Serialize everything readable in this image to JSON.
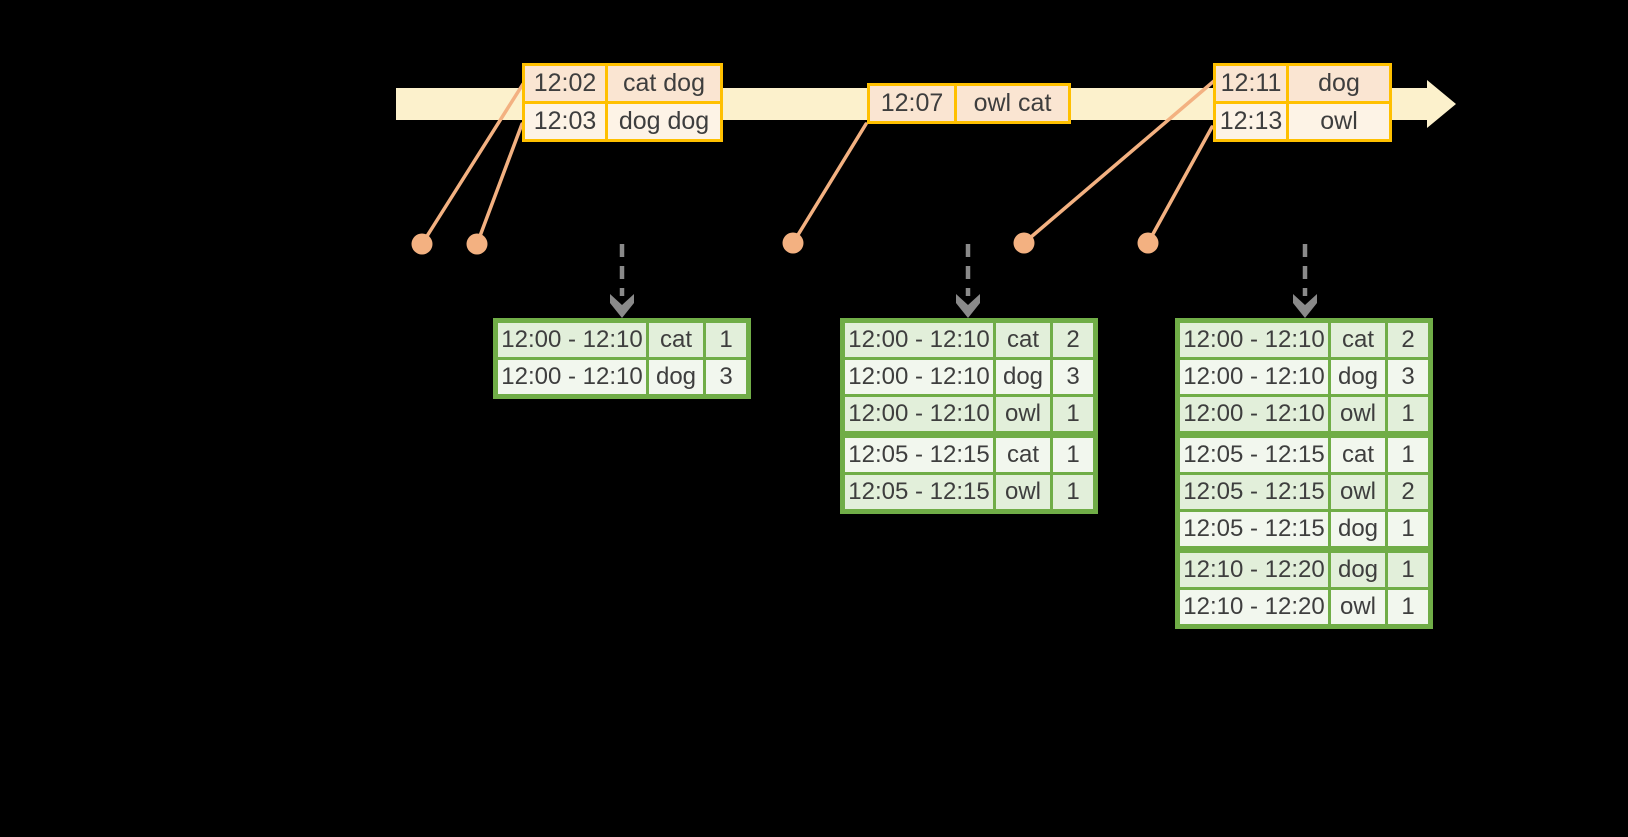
{
  "diagram": {
    "background": "#000000",
    "colors": {
      "timeline_fill": "#FCF1CC",
      "event_table_border": "#FFC000",
      "event_row_peach": "#FAE5D2",
      "event_row_cream": "#FDF3E6",
      "connector_orange": "#F3B181",
      "trigger_arrow_gray": "#8A8A8A",
      "result_table_border": "#70AD47",
      "result_row_green": "#E2EFDA",
      "result_row_light": "#F2F7EE",
      "text": "#3E3E3E"
    },
    "icons": [
      "timeline-arrow-icon",
      "event-dot-icon",
      "trigger-down-arrow-icon"
    ]
  },
  "event_tables": [
    {
      "rows": [
        {
          "time": "12:02",
          "words": "cat dog"
        },
        {
          "time": "12:03",
          "words": "dog dog"
        }
      ]
    },
    {
      "rows": [
        {
          "time": "12:07",
          "words": "owl cat"
        }
      ]
    },
    {
      "rows": [
        {
          "time": "12:11",
          "words": "dog"
        },
        {
          "time": "12:13",
          "words": "owl"
        }
      ]
    }
  ],
  "result_tables": [
    {
      "rows": [
        {
          "window": "12:00 - 12:10",
          "word": "cat",
          "count": "1"
        },
        {
          "window": "12:00 - 12:10",
          "word": "dog",
          "count": "3"
        }
      ]
    },
    {
      "rows": [
        {
          "window": "12:00 - 12:10",
          "word": "cat",
          "count": "2"
        },
        {
          "window": "12:00 - 12:10",
          "word": "dog",
          "count": "3"
        },
        {
          "window": "12:00 - 12:10",
          "word": "owl",
          "count": "1"
        },
        {
          "window": "12:05 - 12:15",
          "word": "cat",
          "count": "1"
        },
        {
          "window": "12:05 - 12:15",
          "word": "owl",
          "count": "1"
        }
      ]
    },
    {
      "rows": [
        {
          "window": "12:00 - 12:10",
          "word": "cat",
          "count": "2"
        },
        {
          "window": "12:00 - 12:10",
          "word": "dog",
          "count": "3"
        },
        {
          "window": "12:00 - 12:10",
          "word": "owl",
          "count": "1"
        },
        {
          "window": "12:05 - 12:15",
          "word": "cat",
          "count": "1"
        },
        {
          "window": "12:05 - 12:15",
          "word": "owl",
          "count": "2"
        },
        {
          "window": "12:05 - 12:15",
          "word": "dog",
          "count": "1"
        },
        {
          "window": "12:10 - 12:20",
          "word": "dog",
          "count": "1"
        },
        {
          "window": "12:10 - 12:20",
          "word": "owl",
          "count": "1"
        }
      ]
    }
  ]
}
